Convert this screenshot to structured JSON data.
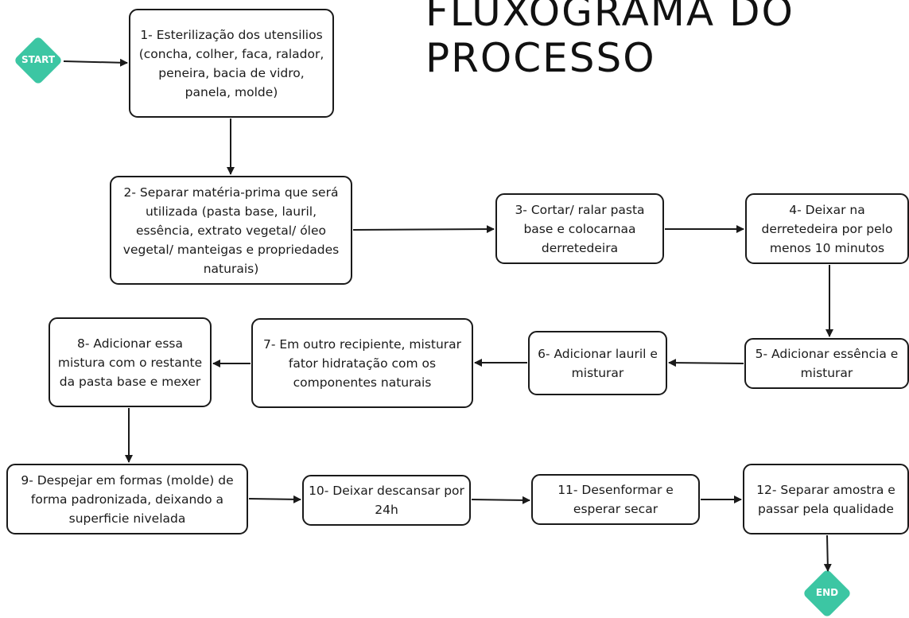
{
  "title_lines": [
    "FLUXOGRAMA DO",
    "PROCESSO"
  ],
  "start_label": "START",
  "end_label": "END",
  "steps": [
    "1- Esterilização dos utensilios (concha, colher, faca, ralador, peneira, bacia de vidro, panela, molde)",
    "2- Separar matéria-prima que será utilizada (pasta base, lauril, essência, extrato vegetal/ óleo vegetal/ manteigas e propriedades naturais)",
    "3- Cortar/ ralar pasta base e colocarnaa derretedeira",
    "4- Deixar na derretedeira por pelo menos 10 minutos",
    "5- Adicionar essência e misturar",
    "6- Adicionar lauril e misturar",
    "7- Em outro recipiente, misturar fator hidratação com os componentes naturais",
    "8- Adicionar essa mistura com o restante da pasta base e mexer",
    "9- Despejar em formas (molde) de forma padronizada, deixando a superficie nivelada",
    "10- Deixar descansar por 24h",
    "11- Desenformar e esperar secar",
    "12- Separar amostra e passar pela qualidade"
  ],
  "colors": {
    "terminal": "#3cc6a3",
    "border": "#1a1a1a"
  }
}
